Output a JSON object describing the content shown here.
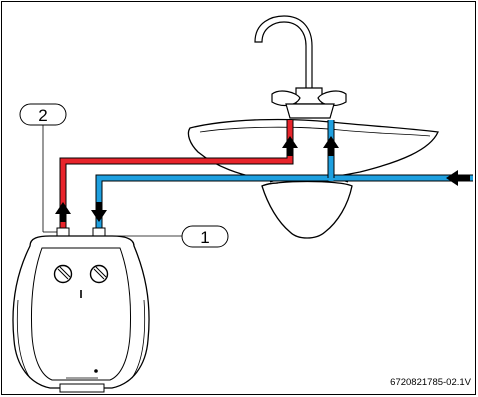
{
  "callouts": {
    "label_1": "1",
    "label_2": "2"
  },
  "document_id": "6720821785-02.1V",
  "colors": {
    "hot_pipe": "#e8242b",
    "cold_pipe": "#1ea0e0",
    "outline": "#000000",
    "shade": "#bfbfbf"
  },
  "icons": [
    "flow-arrow-icon",
    "faucet-icon",
    "basin-icon",
    "water-heater-icon"
  ]
}
